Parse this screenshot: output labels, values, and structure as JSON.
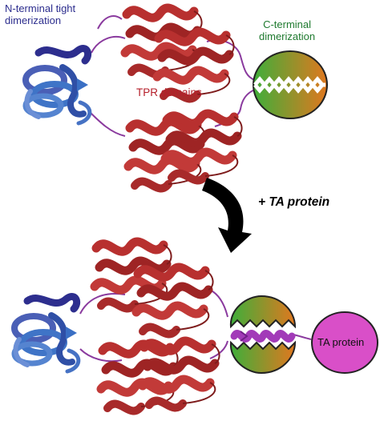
{
  "labels": {
    "n_terminal_line1": "N-terminal tight",
    "n_terminal_line2": "dimerization",
    "c_terminal_line1": "C-terminal",
    "c_terminal_line2": "dimerization",
    "tpr_domains": "TPR domains",
    "plus_ta_protein": "+ TA protein",
    "ta_protein": "TA protein"
  },
  "colors": {
    "n_term_domain": "#3a5fb0",
    "n_term_dark": "#2d2e8e",
    "tpr_red": "#b8302f",
    "linker": "#8a3a9e",
    "cterm_green": "#3fae3a",
    "cterm_orange": "#e0781f",
    "ta_magenta": "#d94fc8",
    "arrow": "#000000"
  },
  "icons": {
    "transition": "curved-arrow-icon"
  }
}
